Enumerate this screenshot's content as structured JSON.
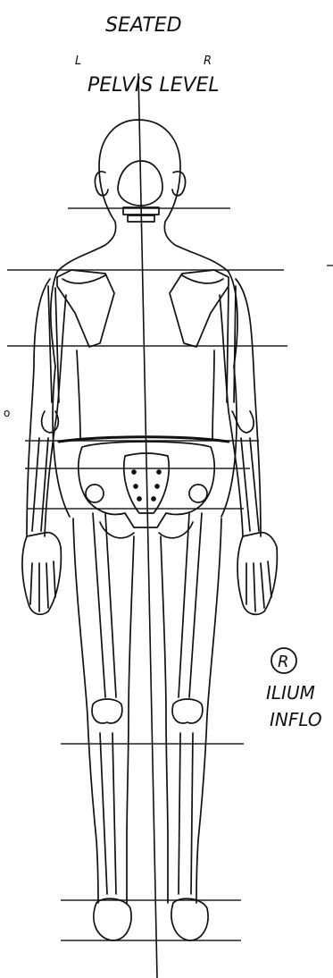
{
  "annotations": {
    "title": "SEATED",
    "left_marker": "L",
    "right_marker": "R",
    "subtitle": "PELVIS LEVEL",
    "circled_side": "R",
    "note_line1": "ILIUM",
    "note_line2": "INFLO"
  },
  "colors": {
    "ink": "#111111",
    "paper": "#ffffff"
  },
  "figure": {
    "view": "posterior skeleton",
    "level_lines": 10
  }
}
